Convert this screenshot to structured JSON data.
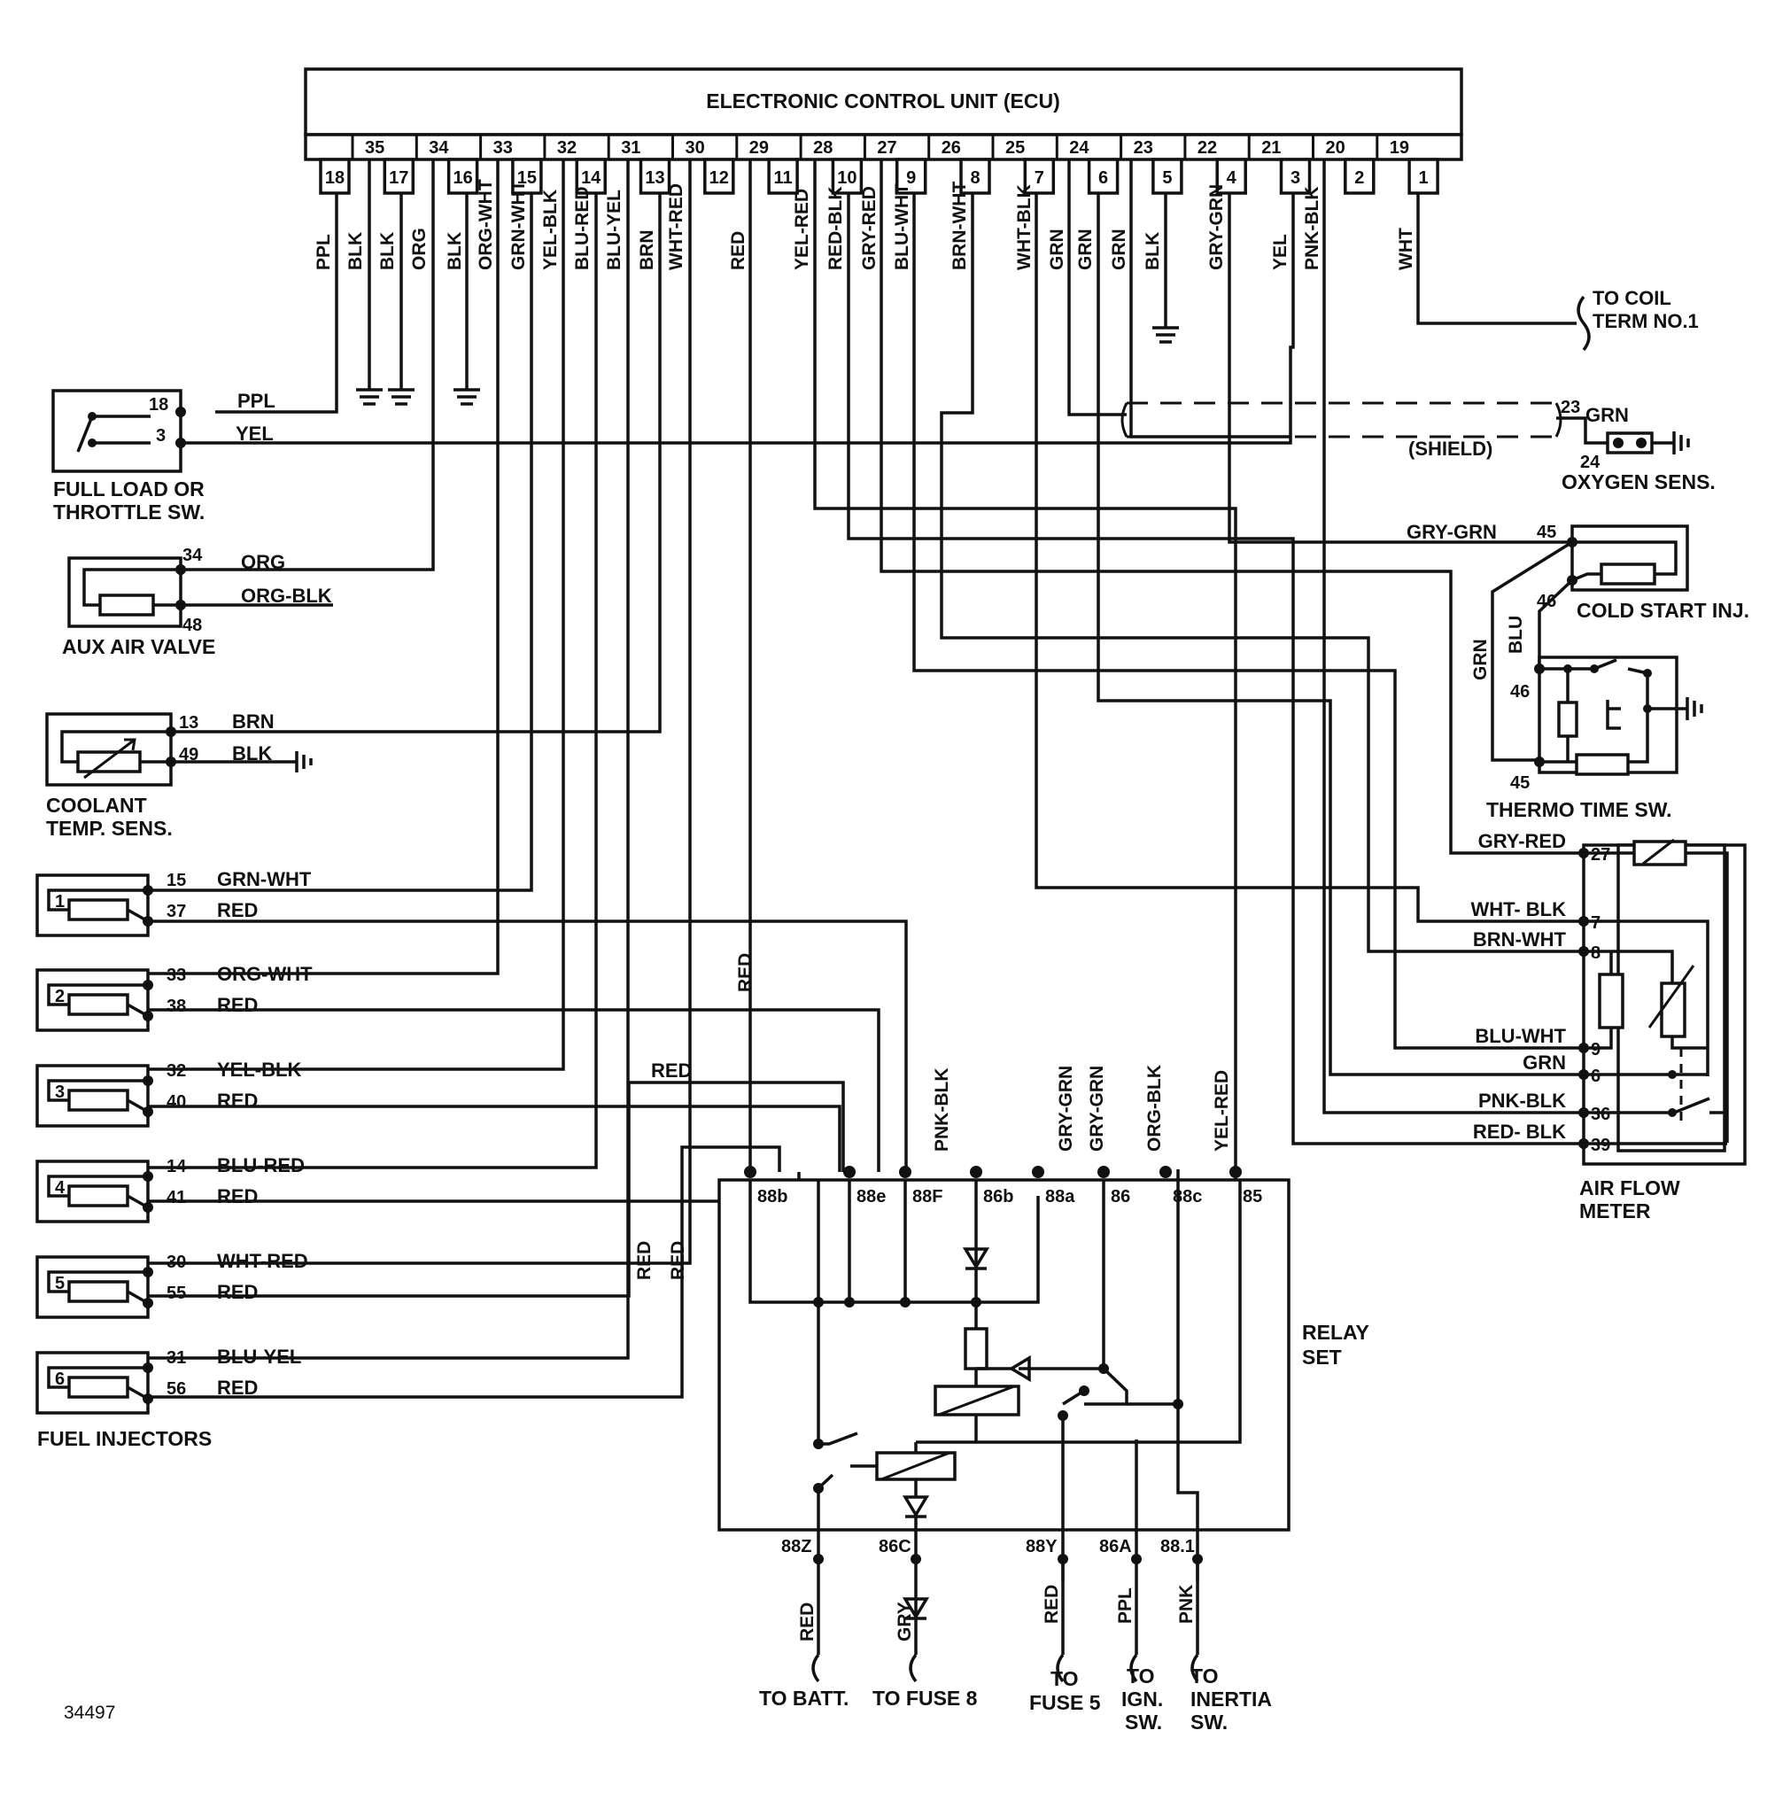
{
  "ecu": {
    "title": "ELECTRONIC CONTROL UNIT (ECU)",
    "top_pins": [
      "35",
      "34",
      "33",
      "32",
      "31",
      "30",
      "29",
      "28",
      "27",
      "26",
      "25",
      "24",
      "23",
      "22",
      "21",
      "20",
      "19"
    ],
    "bottom_pins": [
      "18",
      "17",
      "16",
      "15",
      "14",
      "13",
      "12",
      "11",
      "10",
      "9",
      "8",
      "7",
      "6",
      "5",
      "4",
      "3",
      "2",
      "1"
    ]
  },
  "ecu_wire_colors": [
    "PPL",
    "BLK",
    "BLK",
    "ORG",
    "BLK",
    "ORG-WHT",
    "GRN-WHT",
    "YEL-BLK",
    "BLU-RED",
    "BLU-YEL",
    "BRN",
    "WHT-RED",
    "RED",
    "YEL-RED",
    "RED-BLK",
    "GRY-RED",
    "BLU-WHT",
    "BRN-WHT",
    "WHT-BLK",
    "GRN",
    "GRN",
    "GRN",
    "BLK",
    "GRY-GRN",
    "YEL",
    "PNK-BLK",
    "WHT"
  ],
  "coil": {
    "line1": "TO COIL",
    "line2": "TERM NO.1"
  },
  "throttle_switch": {
    "label1": "FULL LOAD OR",
    "label2": "THROTTLE SW.",
    "pins": [
      {
        "num": "18",
        "wire": "PPL"
      },
      {
        "num": "3",
        "wire": "YEL"
      }
    ]
  },
  "aux_air_valve": {
    "label": "AUX AIR VALVE",
    "pins": [
      {
        "num": "34",
        "wire": "ORG"
      },
      {
        "num": "48",
        "wire": "ORG-BLK"
      }
    ]
  },
  "coolant_sensor": {
    "label1": "COOLANT",
    "label2": "TEMP. SENS.",
    "pins": [
      {
        "num": "13",
        "wire": "BRN"
      },
      {
        "num": "49",
        "wire": "BLK"
      }
    ]
  },
  "fuel_injectors": {
    "label": "FUEL INJECTORS",
    "items": [
      {
        "n": "1",
        "a_num": "15",
        "a_wire": "GRN-WHT",
        "b_num": "37",
        "b_wire": "RED"
      },
      {
        "n": "2",
        "a_num": "33",
        "a_wire": "ORG-WHT",
        "b_num": "38",
        "b_wire": "RED"
      },
      {
        "n": "3",
        "a_num": "32",
        "a_wire": "YEL-BLK",
        "b_num": "40",
        "b_wire": "RED"
      },
      {
        "n": "4",
        "a_num": "14",
        "a_wire": "BLU-RED",
        "b_num": "41",
        "b_wire": "RED"
      },
      {
        "n": "5",
        "a_num": "30",
        "a_wire": "WHT-RED",
        "b_num": "55",
        "b_wire": "RED"
      },
      {
        "n": "6",
        "a_num": "31",
        "a_wire": "BLU-YEL",
        "b_num": "56",
        "b_wire": "RED"
      }
    ]
  },
  "oxygen_sensor": {
    "label": "OXYGEN SENS.",
    "shield": "(SHIELD)",
    "pin23": "23",
    "wire23": "GRN",
    "pin24": "24"
  },
  "cold_start": {
    "label": "COLD START INJ.",
    "pin45": "45",
    "pin46": "46",
    "wire45": "GRY-GRN"
  },
  "thermo_time": {
    "label": "THERMO TIME SW.",
    "pin46": "46",
    "pin45": "45",
    "wire_a": "GRN",
    "wire_b": "BLU"
  },
  "air_flow_meter": {
    "label1": "AIR FLOW",
    "label2": "METER",
    "pins": [
      {
        "num": "27",
        "wire": "GRY-RED"
      },
      {
        "num": "7",
        "wire": "WHT- BLK"
      },
      {
        "num": "8",
        "wire": "BRN-WHT"
      },
      {
        "num": "9",
        "wire": "BLU-WHT"
      },
      {
        "num": "6",
        "wire": "GRN"
      },
      {
        "num": "36",
        "wire": "PNK-BLK"
      },
      {
        "num": "39",
        "wire": "RED- BLK"
      }
    ]
  },
  "relay_set": {
    "label1": "RELAY",
    "label2": "SET",
    "top_terminals": [
      "88b",
      "88e",
      "88F",
      "86b",
      "88a",
      "86",
      "88c",
      "85"
    ],
    "bottom_terminals": [
      "88Z",
      "86C",
      "88Y",
      "86A",
      "88.1"
    ],
    "top_wire_labels": [
      "RED",
      "RED",
      "PNK-BLK",
      "GRY-GRN",
      "GRY-GRN",
      "ORG-BLK",
      "YEL-RED"
    ],
    "red_labels": [
      "RED",
      "RED"
    ]
  },
  "outputs": {
    "batt": {
      "wire": "RED",
      "line1": "TO BATT."
    },
    "fuse8": {
      "wire": "GRY",
      "line1": "TO FUSE 8"
    },
    "fuse5": {
      "wire": "RED",
      "line1": "TO",
      "line2": "FUSE 5"
    },
    "ign": {
      "wire": "PPL",
      "line1": "TO",
      "line2": "IGN.",
      "line3": "SW."
    },
    "inertia": {
      "wire": "PNK",
      "line1": "TO",
      "line2": "INERTIA",
      "line3": "SW."
    }
  },
  "figure_number": "34497"
}
